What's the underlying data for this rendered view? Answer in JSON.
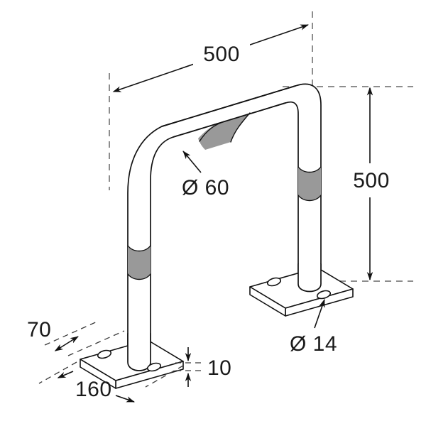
{
  "drawing": {
    "title": "Safety hoop barrier technical drawing",
    "background_color": "#ffffff",
    "line_color": "#111111",
    "dashed_line_color": "#8d8d8d",
    "reflective_band_color": "#999999",
    "units": "mm"
  },
  "dimensions": {
    "width_top": {
      "label": "500",
      "name": "overall-width",
      "orientation": "diagonal",
      "value": 500
    },
    "height_right": {
      "label": "500",
      "name": "overall-height",
      "orientation": "vertical",
      "value": 500
    },
    "plate_width": {
      "label": "70",
      "name": "base-plate-width",
      "orientation": "diagonal",
      "value": 70
    },
    "plate_length": {
      "label": "160",
      "name": "base-plate-length",
      "orientation": "diagonal",
      "value": 160
    },
    "plate_thickness": {
      "label": "10",
      "name": "base-plate-thickness",
      "orientation": "vertical",
      "value": 10
    }
  },
  "callouts": {
    "tube_diameter": {
      "label": "Ø 60",
      "name": "tube-diameter-callout",
      "value": 60,
      "symbol": "diameter"
    },
    "hole_diameter": {
      "label": "Ø 14",
      "name": "fixing-hole-diameter-callout",
      "value": 14,
      "symbol": "diameter"
    }
  },
  "parts": {
    "hoop": "steel-tube-hoop",
    "left_base_plate": "left-base-plate",
    "right_base_plate": "right-base-plate",
    "reflective_bands": [
      "band-top-horizontal",
      "band-left-leg",
      "band-right-leg"
    ],
    "fixing_holes": [
      "left-plate-hole-rear",
      "left-plate-hole-front",
      "right-plate-hole-rear",
      "right-plate-hole-front"
    ]
  }
}
